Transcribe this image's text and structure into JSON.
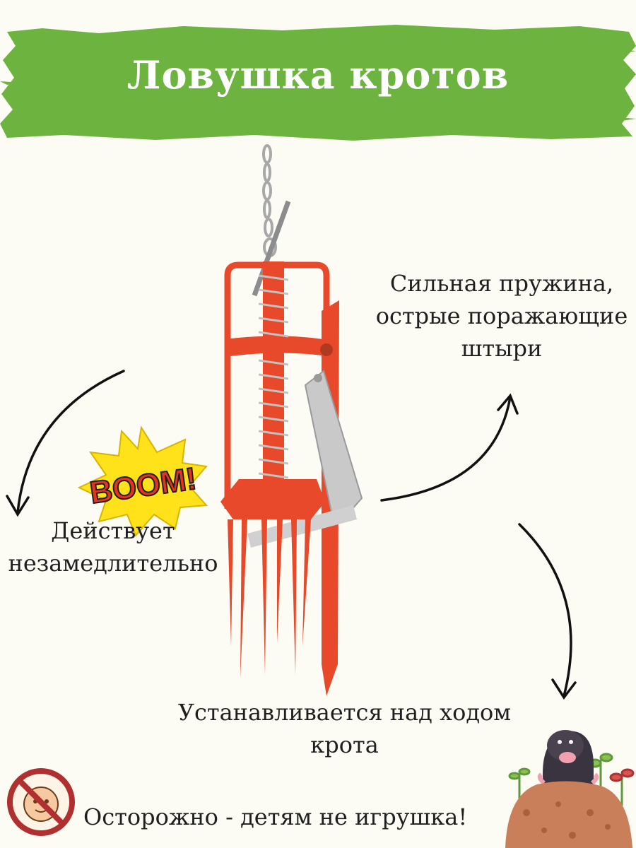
{
  "header": {
    "title": "Ловушка кротов",
    "banner_color": "#6db33f"
  },
  "product": {
    "name": "mole-trap",
    "body_color": "#e8492a",
    "bracket_color": "#c9c9c9",
    "chain_color": "#a8a8a8"
  },
  "callouts": {
    "spring_line1": "Сильная пружина,",
    "spring_line2": "острые поражающие",
    "spring_line3": "штыри",
    "instant_line1": "Действует",
    "instant_line2": "незамедлительно",
    "install_line1": "Устанавливается над ходом",
    "install_line2": "крота",
    "warning": "Осторожно - детям не игрушка!"
  },
  "boom_badge": {
    "text": "BOOM!",
    "burst_color": "#ffe21a",
    "text_color": "#e53322"
  },
  "icons": {
    "no_kids": "no-children-icon",
    "mole": "mole-illustration",
    "arrows": "curved-arrow-icon"
  }
}
